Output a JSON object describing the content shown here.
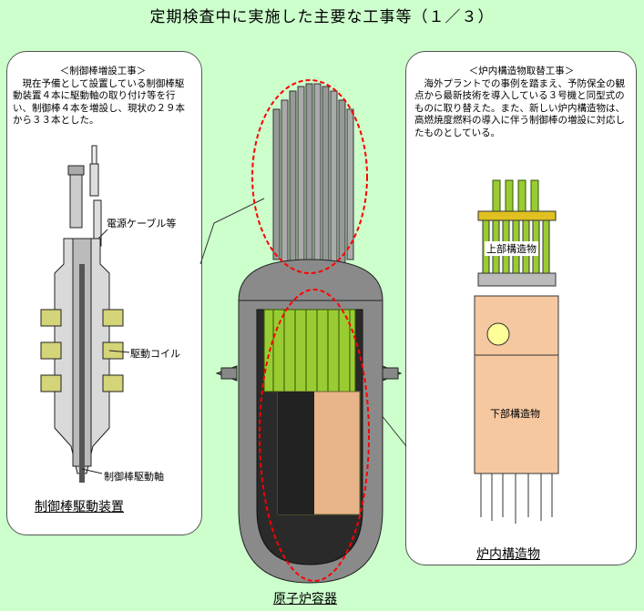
{
  "title": "定期検査中に実施した主要な工事等（１／３）",
  "left_panel": {
    "heading": "＜制御棒増設工事＞",
    "body": "　現在予備として設置している制御棒駆動装置４本に駆動軸の取り付け等を行い、制御棒４本を増設し、現状の２９本から３３本とした。",
    "label_cable": "電源ケーブル等",
    "label_coil": "駆動コイル",
    "label_shaft": "制御棒駆動軸",
    "caption": "制御棒駆動装置"
  },
  "right_panel": {
    "heading": "＜炉内構造物取替工事＞",
    "body": "　海外プラントでの事例を踏まえ、予防保全の観点から最新技術を導入している３号機と同型式のものに取り替えた。また、新しい炉内構造物は、高燃焼度燃料の導入に伴う制御棒の増設に対応したものとしている。",
    "label_upper": "上部構造物",
    "label_lower": "下部構造物",
    "caption": "炉内構造物"
  },
  "center": {
    "caption": "原子炉容器"
  },
  "colors": {
    "background": "#ccffcc",
    "highlight_dash": "#ff0000",
    "fuel_green": "#99cc33",
    "lower_structure": "#f5c8a0"
  }
}
